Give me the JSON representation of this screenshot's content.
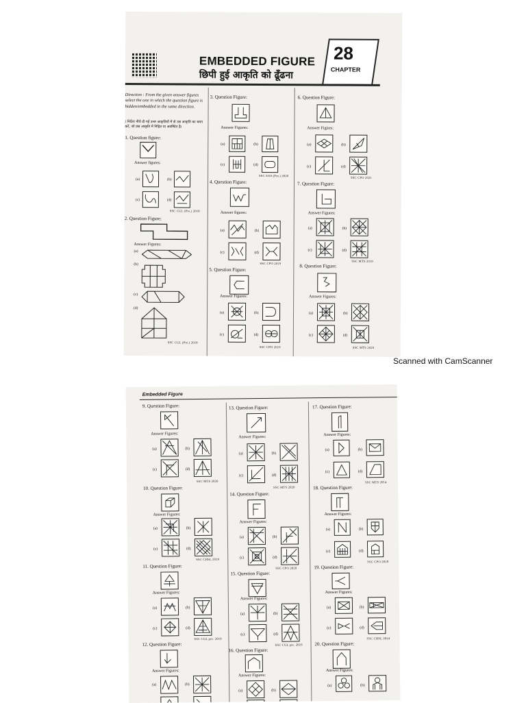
{
  "page1": {
    "title_en": "EMBEDDED FIGURE",
    "title_hi": "छिपी हुई आकृति को ढूँढना",
    "chapter_number": "28",
    "chapter_label": "CHAPTER",
    "direction_en": "Direction : From the given answer figures select the one in which the question figure is hidden/embedded in the same direction.",
    "direction_hi": "/ निर्देशः नीचे दी गई उत्तर आकृतियों में से उस आकृति का चयन करें, जो प्रश्न आकृति में निहित या अवस्थित है।",
    "questions": [
      {
        "num": "1.",
        "label": "Question figure:",
        "answers_label": "Answer figures:",
        "source": "SSC CGL (Pre.) 2018"
      },
      {
        "num": "2.",
        "label": "Question Figure:",
        "answers_label": "Answer Figures:",
        "source": "SSC CGL (Pre.) 2018"
      },
      {
        "num": "3.",
        "label": "Question Figure:",
        "answers_label": "Answer Figures:",
        "source": "SSC SAS (Pre.) 2020"
      },
      {
        "num": "4.",
        "label": "Question Figure:",
        "answers_label": "Answer figures:",
        "source": "SSC CPO 2019"
      },
      {
        "num": "5.",
        "label": "Question Figure:",
        "answers_label": "Answer Figures:",
        "source": "SSC CPO 2019"
      },
      {
        "num": "6.",
        "label": "Question Figure:",
        "answers_label": "Answer Figires:",
        "source": "SSC CPO 2021"
      },
      {
        "num": "7.",
        "label": "Question Figure:",
        "answers_label": "Answer Figures:",
        "source": "SSC MTS 2019"
      },
      {
        "num": "8.",
        "label": "Question Figure:",
        "answers_label": "Answer Figures:",
        "source": "SSC MTS 2020"
      }
    ]
  },
  "options": {
    "a": "(a)",
    "b": "(b)",
    "c": "(c)",
    "d": "(d)"
  },
  "watermark": "Scanned with CamScanner",
  "page2": {
    "header": "Embedded Figure",
    "questions": [
      {
        "num": "9.",
        "label": "Question Figure:",
        "answers_label": "Answer Figures:",
        "source": "SSC MTS 2020"
      },
      {
        "num": "10.",
        "label": "Question Figure:",
        "answers_label": "Answer Figures:",
        "source": "SSC CHSL 2019"
      },
      {
        "num": "11.",
        "label": "Question Figure:",
        "answers_label": "Answer Figures:",
        "source": "SSC CGL pre. 2019"
      },
      {
        "num": "12.",
        "label": "Question Figure:",
        "answers_label": "Answer Figures:",
        "source": ""
      },
      {
        "num": "13.",
        "label": "Question Figure:",
        "answers_label": "Answer Figures:",
        "source": "SSC MTS 2020"
      },
      {
        "num": "14.",
        "label": "Question Figure:",
        "answers_label": "Answer Figures:",
        "source": "SSC CPO 2020"
      },
      {
        "num": "15.",
        "label": "Question Figure:",
        "answers_label": "Answer Figures:",
        "source": "SSC CGL pre. 2019"
      },
      {
        "num": "16.",
        "label": "Question Figure:",
        "answers_label": "Answer Figures:",
        "source": ""
      },
      {
        "num": "17.",
        "label": "Question Figure:",
        "answers_label": "Answer Figures:",
        "source": "SSC MTS 2014"
      },
      {
        "num": "18.",
        "label": "Question Figure:",
        "answers_label": "Answer Figures:",
        "source": "SSC CPO 2018"
      },
      {
        "num": "19.",
        "label": "Question Figure:",
        "answers_label": "Answer Figures:",
        "source": "SSC CHSL 2014"
      },
      {
        "num": "20.",
        "label": "Question Figure:",
        "answers_label": "Answer Figures:",
        "source": ""
      }
    ]
  }
}
